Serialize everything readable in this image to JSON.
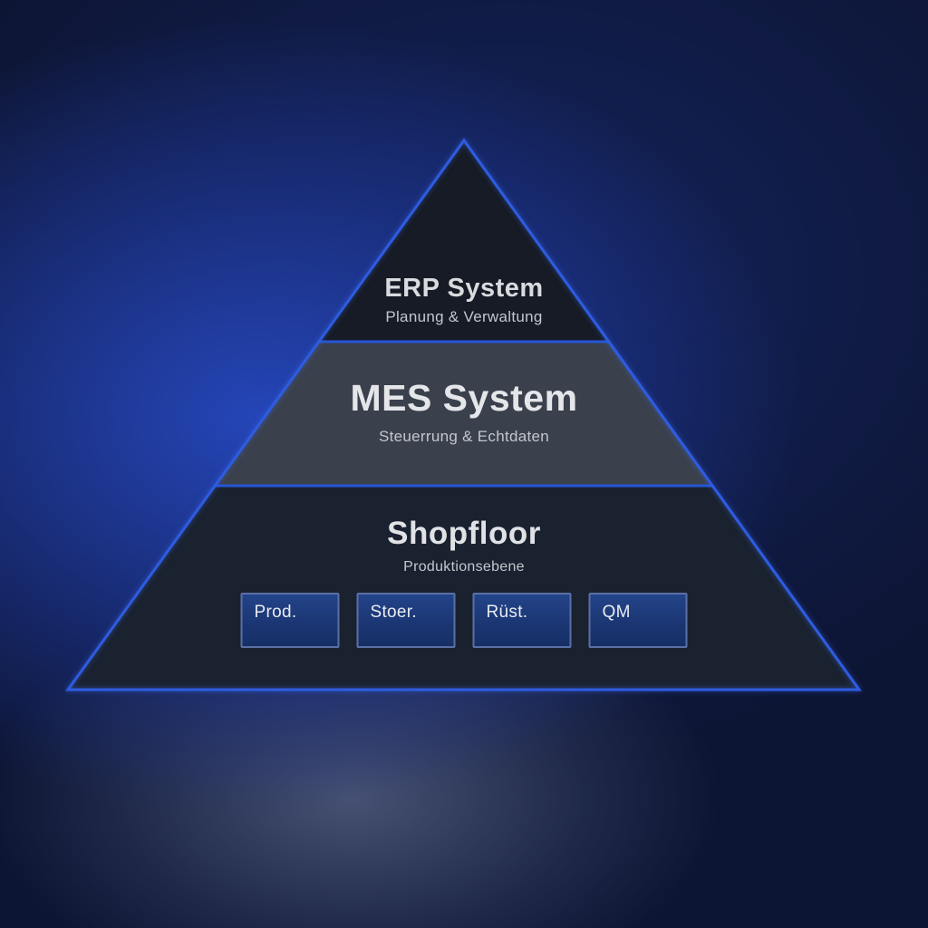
{
  "pyramid": {
    "layers": [
      {
        "id": "erp",
        "title": "ERP System",
        "subtitle": "Planung & Verwaltung",
        "fill": "#161b25"
      },
      {
        "id": "mes",
        "title": "MES System",
        "subtitle": "Steuerrung & Echtdaten",
        "fill": "#3a414d"
      },
      {
        "id": "shopfloor",
        "title": "Shopfloor",
        "subtitle": "Produktionsebene",
        "fill": "#1a2230"
      }
    ],
    "modules": [
      {
        "label": "Prod."
      },
      {
        "label": "Stoer."
      },
      {
        "label": "Rüst."
      },
      {
        "label": "QM"
      }
    ],
    "colors": {
      "edge": "#2e5ce0",
      "divider": "#2656d6",
      "module_fill": "#1b3673",
      "module_border": "#5a6fa4",
      "background_blue": "#2648be",
      "title_text": "#d9dbde",
      "subtitle_text": "#c3c7cd"
    }
  }
}
